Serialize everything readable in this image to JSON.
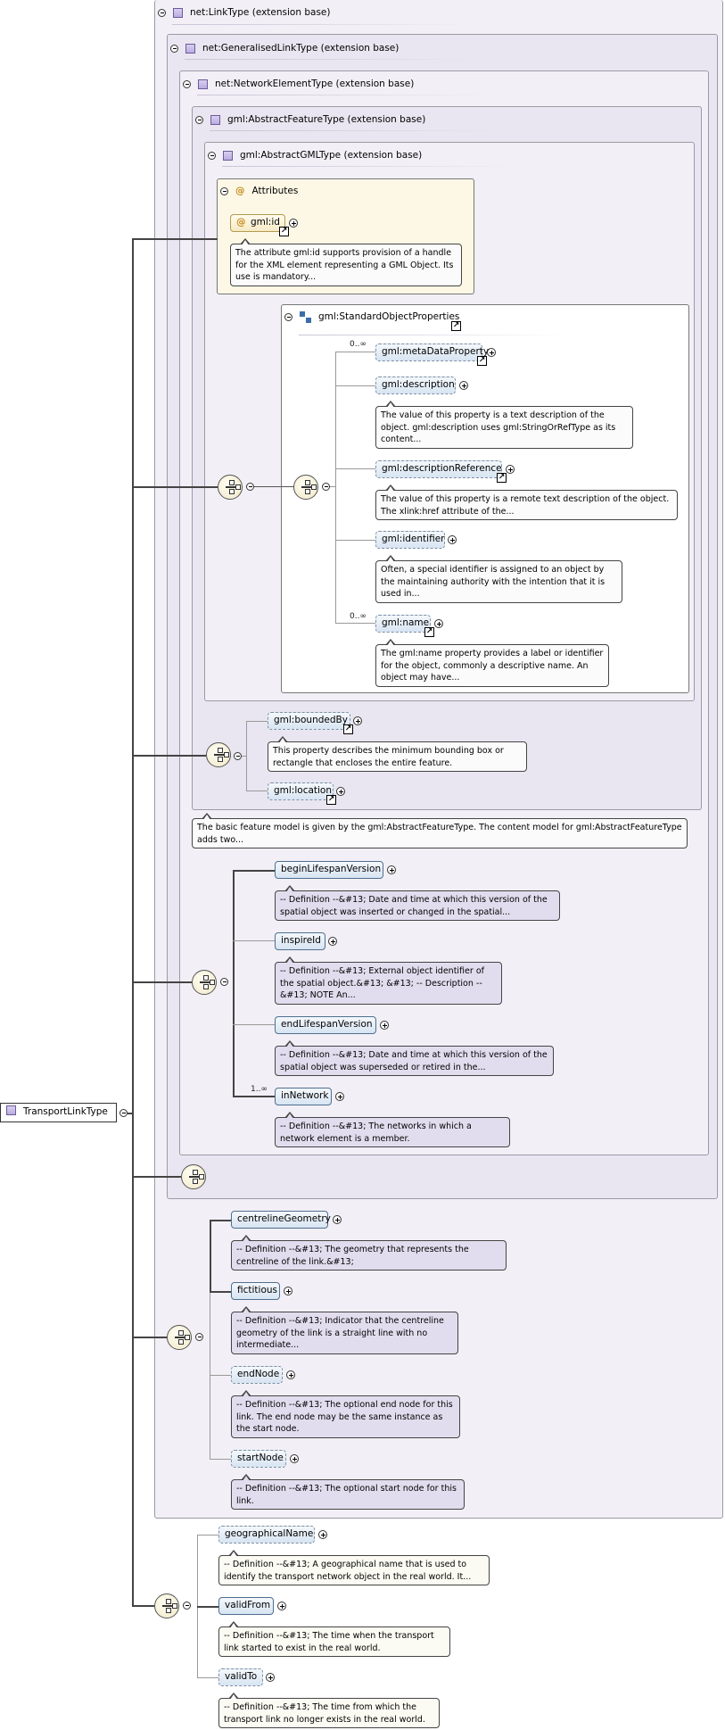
{
  "types": {
    "t1": "net:LinkType (extension base)",
    "t2": "net:GeneralisedLinkType (extension base)",
    "t3": "net:NetworkElementType (extension base)",
    "t4": "gml:AbstractFeatureType (extension base)",
    "t5": "gml:AbstractGMLType (extension base)"
  },
  "attributes": {
    "title": "Attributes",
    "gml_id": "gml:id",
    "gml_id_doc": "The attribute gml:id supports provision of a handle for the XML element representing a GML Object. Its use is mandatory..."
  },
  "group": {
    "title": "gml:StandardObjectProperties"
  },
  "std": [
    {
      "label": "gml:metaDataProperty",
      "card": "0..∞",
      "doc": ""
    },
    {
      "label": "gml:description",
      "card": "",
      "doc": "The value of this property is a text description of the object. gml:description uses gml:StringOrRefType as its content..."
    },
    {
      "label": "gml:descriptionReference",
      "card": "",
      "doc": "The value of this property is a remote text description of the object. The xlink:href attribute of the..."
    },
    {
      "label": "gml:identifier",
      "card": "",
      "doc": "Often, a special identifier is assigned to an object by the maintaining authority with the intention that it is used in..."
    },
    {
      "label": "gml:name",
      "card": "0..∞",
      "doc": "The gml:name property provides a label or identifier for the object, commonly a descriptive name. An object may have..."
    }
  ],
  "feature": [
    {
      "label": "gml:boundedBy",
      "doc": "This property describes the minimum bounding box or rectangle that encloses the entire feature."
    },
    {
      "label": "gml:location",
      "doc": ""
    }
  ],
  "feature_doc": "The basic feature model is given by the gml:AbstractFeatureType. The content model for gml:AbstractFeatureType adds two...",
  "network": [
    {
      "label": "beginLifespanVersion",
      "card": "",
      "doc": "-- Definition --&#13; Date and time at which this version of the spatial object was inserted or changed in the spatial..."
    },
    {
      "label": "inspireId",
      "card": "",
      "doc": "-- Definition --&#13; External object identifier of the spatial object.&#13; &#13; -- Description --&#13; NOTE An..."
    },
    {
      "label": "endLifespanVersion",
      "card": "",
      "doc": "-- Definition --&#13; Date and time at which this version of the spatial object was superseded or retired in the..."
    },
    {
      "label": "inNetwork",
      "card": "1..∞",
      "doc": "-- Definition --&#13; The networks in which a network element is a member."
    }
  ],
  "link": [
    {
      "label": "centrelineGeometry",
      "doc": "-- Definition --&#13; The geometry that represents the centreline of the link.&#13;"
    },
    {
      "label": "fictitious",
      "doc": "-- Definition --&#13; Indicator that the centreline geometry of the link is a straight line with no intermediate..."
    },
    {
      "label": "endNode",
      "doc": "-- Definition --&#13; The optional end node for this link. The end node may be the same instance as the start node."
    },
    {
      "label": "startNode",
      "doc": "-- Definition --&#13; The optional start node for this link."
    }
  ],
  "transport": [
    {
      "label": "geographicalName",
      "doc": "-- Definition --&#13; A geographical name that is used to identify the transport network object in the real world. It..."
    },
    {
      "label": "validFrom",
      "doc": "-- Definition --&#13; The time when the transport link started to exist in the real world."
    },
    {
      "label": "validTo",
      "doc": "-- Definition --&#13; The time from which the transport link no longer exists in the real world."
    }
  ],
  "root": "TransportLinkType"
}
